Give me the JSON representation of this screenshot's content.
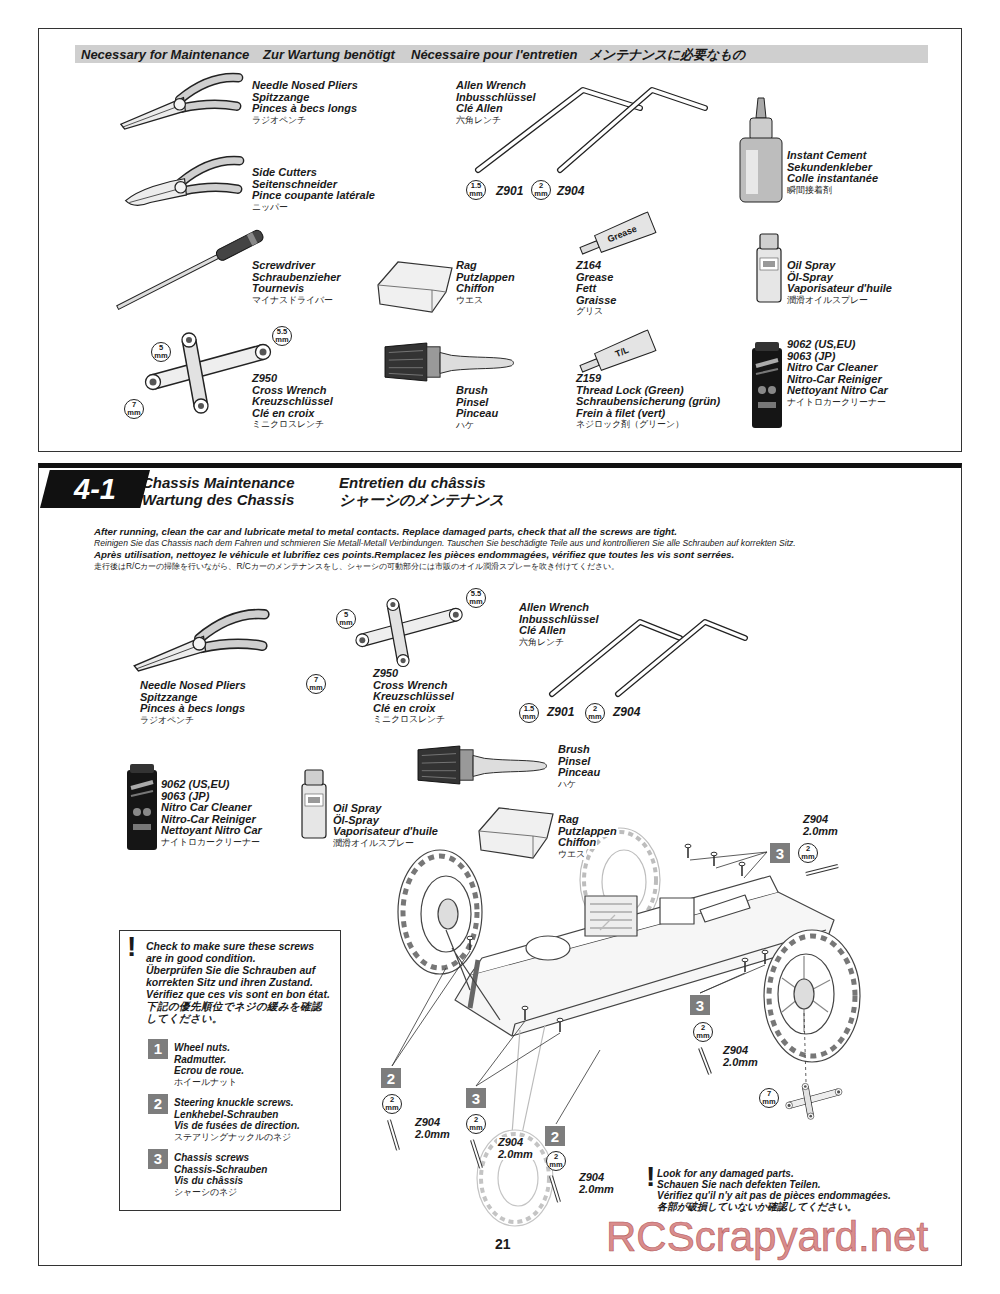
{
  "diagram": {
    "nodes": [
      {
        "text": [
          "Necessary for Maintenance",
          "Zur Wartung benötigt",
          "Nécessaire pour l'entretien",
          "メンテナンスに必要なもの"
        ]
      },
      {
        "text": [
          "Chassis Maintenance",
          "Wartung des Chassis",
          "Entretien du châssis",
          "シャーシのメンテナンス"
        ]
      },
      {
        "text": [
          "4-1"
        ],
        "in": 1
      },
      {
        "text": [
          "Check to make sure these screws are in good condition.",
          "Überprüfen Sie die Schrauben auf korrekten Sitz und ihren Zustand.",
          "Vérifiez que ces vis sont en bon état.",
          "下記の優先順位でネジの緩みを確認してください。",
          "Wheel nuts.",
          "Radmutter.",
          "Ecrou de roue.",
          "ホイールナット",
          "Steering knuckle screws.",
          "Lenkhebel-Schrauben",
          "Vis de fusées de direction.",
          "ステアリングナックルのネジ",
          "Chassis screws",
          "Chassis-Schrauben",
          "Vis du châssis",
          "シャーシのネジ"
        ],
        "in": 1
      },
      {
        "text": [
          "1"
        ],
        "in": 3
      },
      {
        "text": [
          "2"
        ],
        "in": 3
      },
      {
        "text": [
          "3"
        ],
        "in": 3
      }
    ],
    "labels": [
      "Needle Nosed Pliers",
      "Spitzzange",
      "Pinces à becs longs",
      "ラジオペンチ",
      "Allen Wrench",
      "Inbusschlüssel",
      "Clé Allen",
      "六角レンチ",
      "1.5 mm",
      "Z901",
      "2 mm",
      "Z904",
      "Instant Cement",
      "Sekundenkleber",
      "Colle instantanée",
      "瞬間接着剤",
      "Side Cutters",
      "Seitenschneider",
      "Pince coupante latérale",
      "ニッパー",
      "Screwdriver",
      "Schraubenzieher",
      "Tournevis",
      "マイナスドライバー",
      "Rag",
      "Putzlappen",
      "Chiffon",
      "ウエス",
      "Grease",
      "Z164",
      "Grease",
      "Fett",
      "Graisse",
      "グリス",
      "Oil Spray",
      "Öl-Spray",
      "Vaporisateur d'huile",
      "潤滑オイルスプレー",
      "5 mm",
      "5.5 mm",
      "7 mm",
      "T/L",
      "Z950",
      "Cross Wrench",
      "Kreuzschlüssel",
      "Clé en croix",
      "ミニクロスレンチ",
      "Brush",
      "Pinsel",
      "Pinceau",
      "ハケ",
      "Z159",
      "Thread Lock (Green)",
      "Schraubensicherung (grün)",
      "Frein à filet (vert)",
      "ネジロック剤（グリーン）",
      "9062 (US,EU)",
      "9063 (JP)",
      "Nitro Car Cleaner",
      "Nitro-Car Reiniger",
      "Nettoyant Nitro Car",
      "ナイトロカークリーナー",
      "After running, clean the car and lubricate metal to metal contacts. Replace damaged parts, check that all the screws are tight.",
      "Reinigen Sie das Chassis nach dem Fahren und schmieren Sie Metall-Metall Verbindungen. Tauschen Sie beschädigte Teile aus und kontrollieren Sie alle Schrauben auf korrekten Sitz.",
      "Après utilisation, nettoyez le véhicule et lubrifiez ces points.Remplacez les pièces endommagées, vérifiez que toutes les vis sont serrées.",
      "走行後はR/Cカーの掃除を行いながら、R/Cカーのメンテナンスをし、シャーシの可動部分には市販のオイル潤滑スプレーを吹き付けてください。",
      "5 mm",
      "5.5 mm",
      "7 mm",
      "Needle Nosed Pliers",
      "Spitzzange",
      "Pinces à becs longs",
      "ラジオペンチ",
      "Z950",
      "Cross Wrench",
      "Kreuzschlüssel",
      "Clé en croix",
      "ミニクロスレンチ",
      "Allen Wrench",
      "Inbusschlüssel",
      "Clé Allen",
      "六角レンチ",
      "1.5 mm",
      "Z901",
      "2 mm",
      "Z904",
      "Brush",
      "Pinsel",
      "Pinceau",
      "ハケ",
      "9062 (US,EU)",
      "9063 (JP)",
      "Nitro Car Cleaner",
      "Nitro-Car Reiniger",
      "Nettoyant Nitro Car",
      "ナイトロカークリーナー",
      "Oil Spray",
      "Öl-Spray",
      "Vaporisateur d'huile",
      "潤滑オイルスプレー",
      "Rag",
      "Putzlappen",
      "Chiffon",
      "ウエス",
      "Z904",
      "2.0mm",
      "3",
      "2 mm",
      "3",
      "2 mm",
      "Z904",
      "2.0mm",
      "2",
      "2 mm",
      "Z904",
      "2.0mm",
      "3",
      "2 mm",
      "Z904",
      "2.0mm",
      "2",
      "2 mm",
      "Z904",
      "2.0mm",
      "7 mm",
      "!",
      "!",
      "Look for any damaged parts.",
      "Schauen Sie nach defekten Teilen.",
      "Vérifiez qu'il n'y ait pas de pièces endommagées.",
      "各部が破損していないか確認してください。",
      "21",
      "RCScrapyard.net"
    ]
  }
}
